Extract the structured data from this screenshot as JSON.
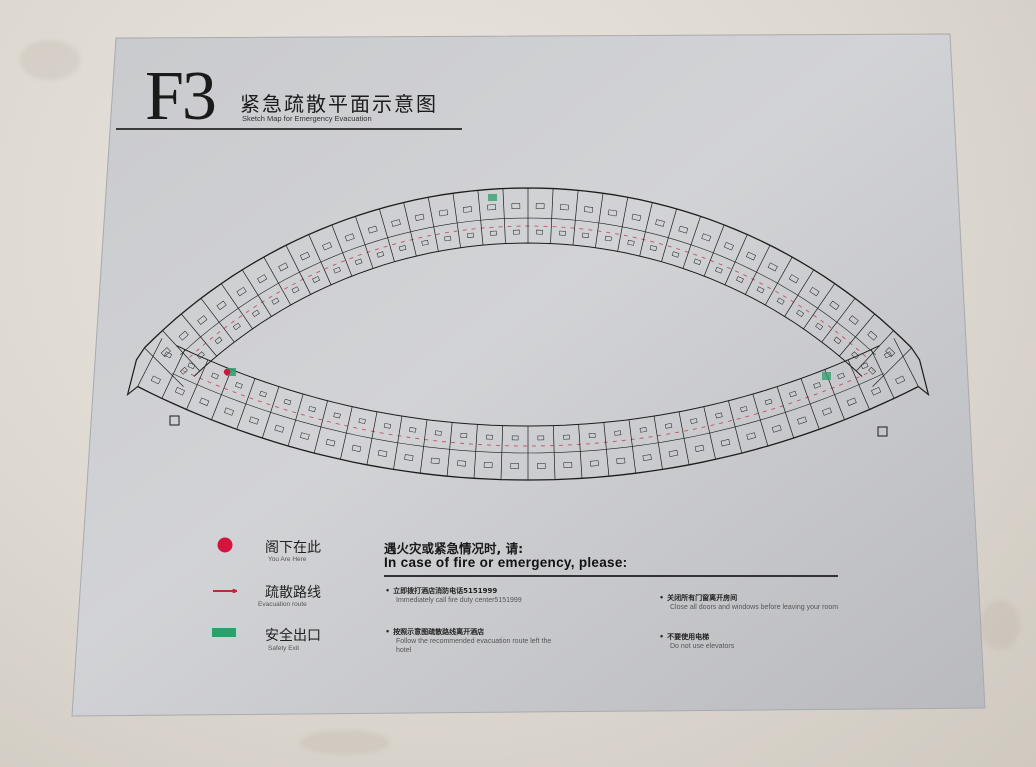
{
  "title": {
    "floor": "F3",
    "cn": "紧急疏散平面示意图",
    "en": "Sketch Map for Emergency Evacuation"
  },
  "legend": [
    {
      "cn": "阁下在此",
      "en": "You Are Here",
      "color": "#d4143c"
    },
    {
      "cn": "疏散路线",
      "en": "Evacuation route",
      "color": "#c0283c"
    },
    {
      "cn": "安全出口",
      "en": "Safety Exit",
      "color": "#2e9e6a"
    }
  ],
  "emergency": {
    "heading_cn": "遇火灾或紧急情况时, 请:",
    "heading_en": "In case of fire or emergency, please:",
    "items": [
      {
        "cn": "立即拨打酒店消防电话5151999",
        "en": "Immediately call fire duty center5151999"
      },
      {
        "cn": "关闭所有门窗离开房间",
        "en": "Close all doors and windows before leaving your room"
      },
      {
        "cn": "按照示意图疏散路线离开酒店",
        "en": "Follow the recommended evacuation route left the hotel"
      },
      {
        "cn": "不要使用电梯",
        "en": "Do not use elevators"
      }
    ]
  },
  "colors": {
    "plate": "#c5c6ca",
    "ink": "#1c1c1c",
    "route": "#c0283c",
    "exit": "#2e9e6a"
  }
}
